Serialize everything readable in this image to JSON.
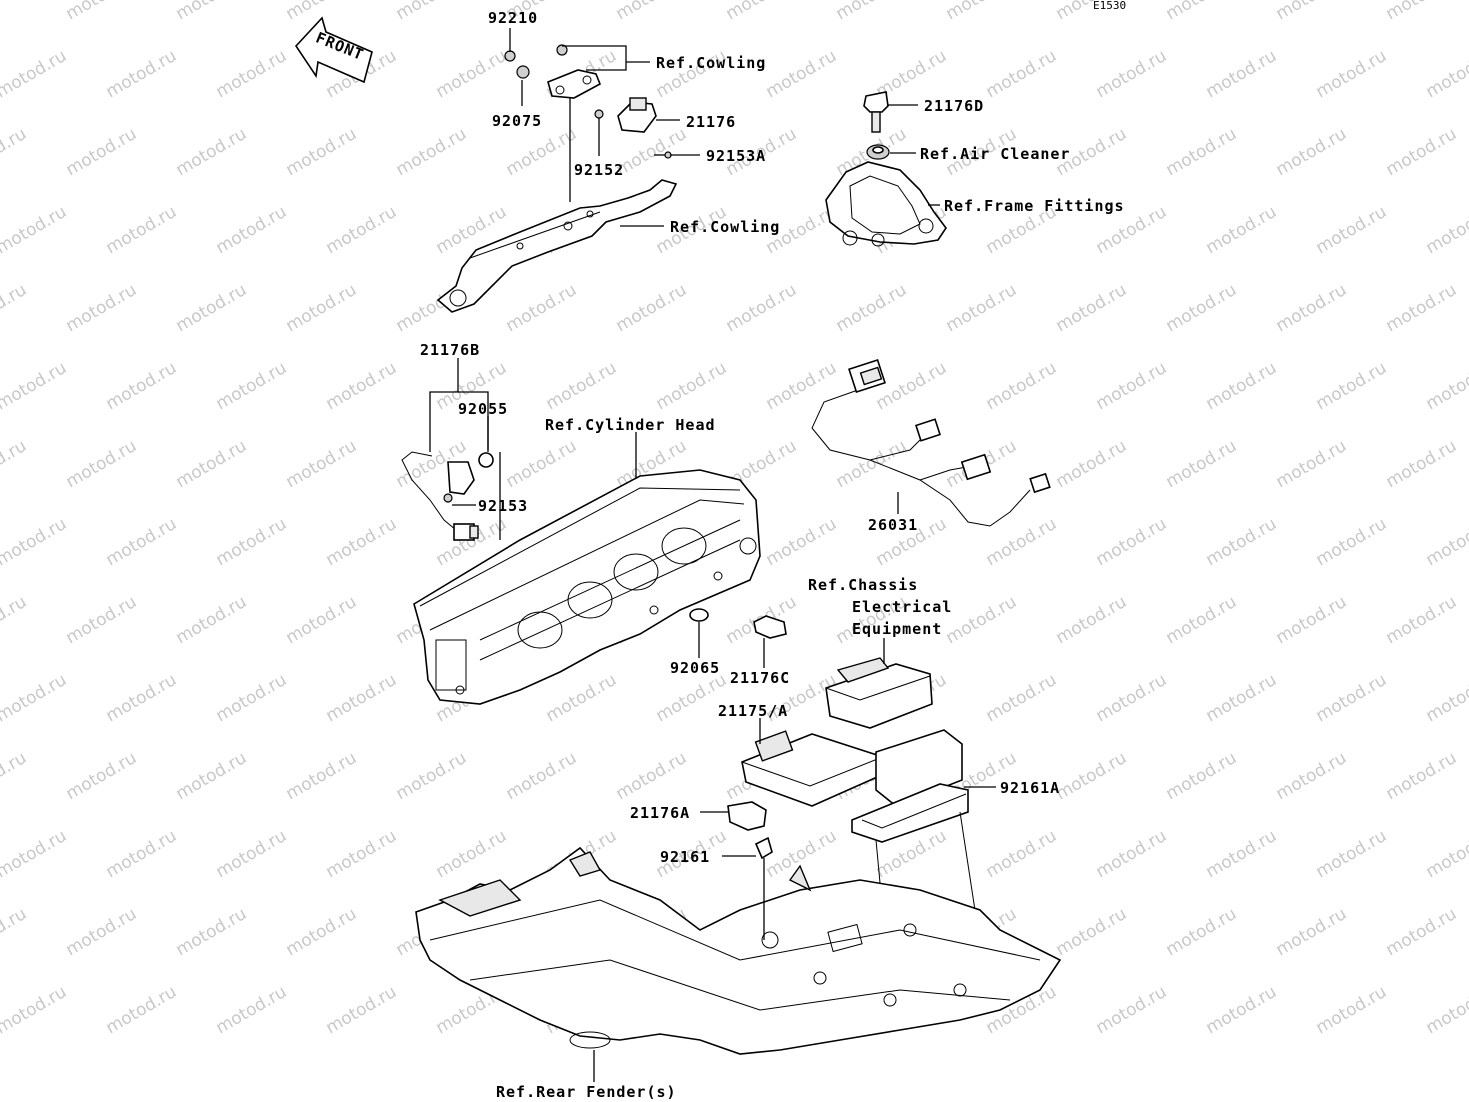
{
  "diagram_code": "E1530",
  "front_label": "FRONT",
  "watermark": "motod.ru",
  "labels": {
    "p92210": "92210",
    "ref_cowling_top": "Ref.Cowling",
    "p92075": "92075",
    "p21176": "21176",
    "p92152": "92152",
    "p92153A": "92153A",
    "ref_cowling_bracket": "Ref.Cowling",
    "p21176D": "21176D",
    "ref_air_cleaner": "Ref.Air Cleaner",
    "ref_frame_fittings": "Ref.Frame Fittings",
    "p21176B": "21176B",
    "p92055": "92055",
    "ref_cylinder_head": "Ref.Cylinder Head",
    "p92153": "92153",
    "p26031": "26031",
    "ref_chassis_1": "Ref.Chassis",
    "ref_chassis_2": "Electrical",
    "ref_chassis_3": "Equipment",
    "p92065": "92065",
    "p21176C": "21176C",
    "p21175A": "21175/A",
    "p92161A": "92161A",
    "p21176A": "21176A",
    "p92161": "92161",
    "ref_rear_fender": "Ref.Rear Fender(s)"
  }
}
